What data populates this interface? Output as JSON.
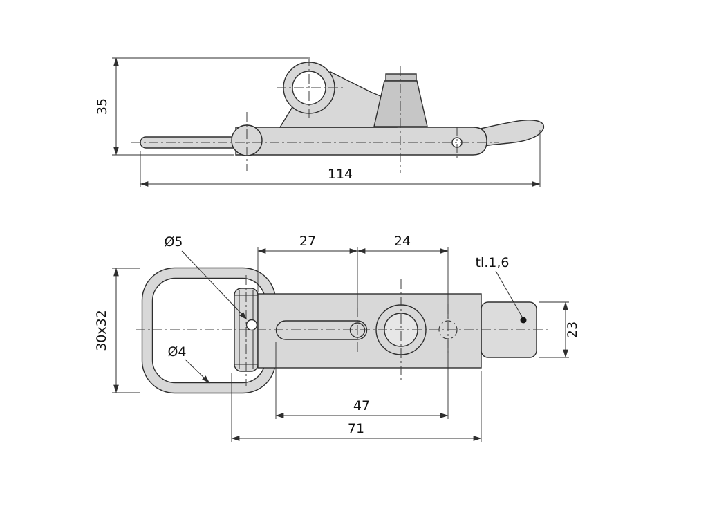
{
  "drawing": {
    "kind": "technical-drawing",
    "background": "#ffffff",
    "line_color": "#2e2e2e",
    "fill_color": "#d8d8d8",
    "side_view": {
      "height_dim": "35",
      "length_dim": "114"
    },
    "plan_view": {
      "pivot_hole_label": "Ø5",
      "slot_center_dim": "27",
      "hole_center_dim": "24",
      "thickness_label": "tl.1,6",
      "loop_dim": "30x32",
      "wire_label": "Ø4",
      "plate_height_dim": "23",
      "slot_span_dim": "47",
      "body_span_dim": "71"
    }
  }
}
